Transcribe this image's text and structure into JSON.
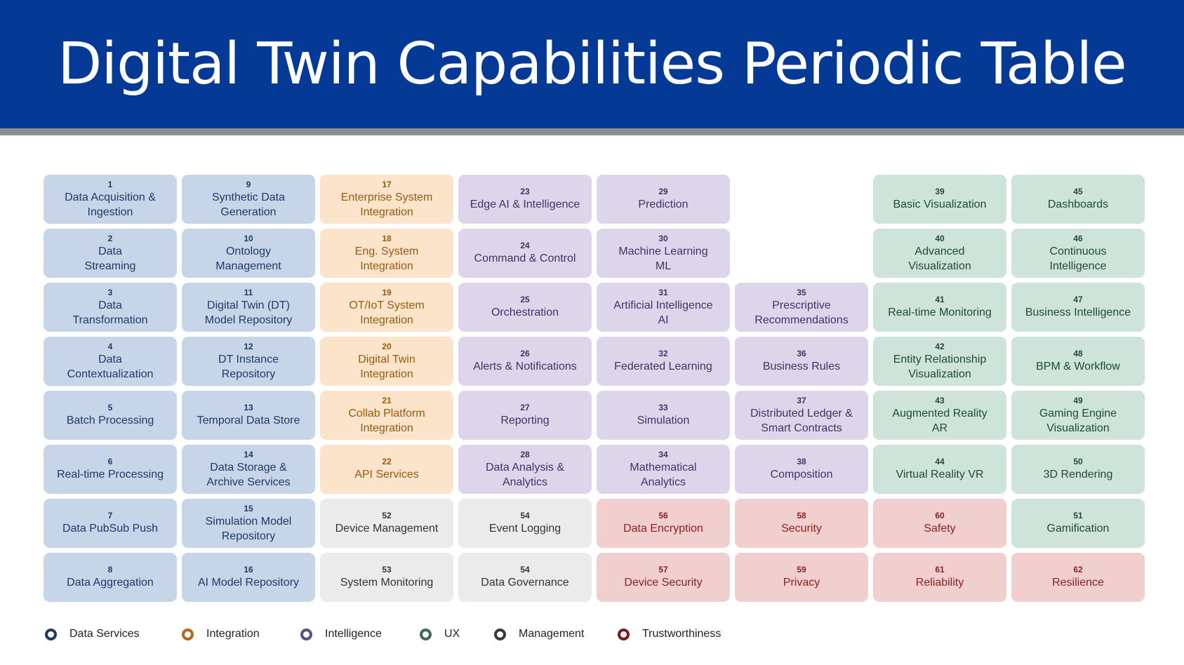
{
  "title": "Digital Twin Capabilities Periodic Table",
  "colors": {
    "header_bg": "#043A96",
    "header_rule": "#8C8E92",
    "data_services": "#C6D5E8",
    "integration": "#FCE4CA",
    "intelligence": "#DDD6EB",
    "ux": "#CEE3DA",
    "management": "#EBEBEB",
    "trustworthiness": "#F1CFCF"
  },
  "cells": [
    {
      "num": "1",
      "label": "Data Acquisition &\nIngestion",
      "col": 0,
      "row": 0,
      "cat": "data"
    },
    {
      "num": "2",
      "label": "Data\nStreaming",
      "col": 0,
      "row": 1,
      "cat": "data"
    },
    {
      "num": "3",
      "label": "Data\nTransformation",
      "col": 0,
      "row": 2,
      "cat": "data"
    },
    {
      "num": "4",
      "label": "Data\nContextualization",
      "col": 0,
      "row": 3,
      "cat": "data"
    },
    {
      "num": "5",
      "label": "Batch Processing",
      "col": 0,
      "row": 4,
      "cat": "data"
    },
    {
      "num": "6",
      "label": "Real-time Processing",
      "col": 0,
      "row": 5,
      "cat": "data"
    },
    {
      "num": "7",
      "label": "Data PubSub Push",
      "col": 0,
      "row": 6,
      "cat": "data"
    },
    {
      "num": "8",
      "label": "Data Aggregation",
      "col": 0,
      "row": 7,
      "cat": "data"
    },
    {
      "num": "9",
      "label": "Synthetic Data\nGeneration",
      "col": 1,
      "row": 0,
      "cat": "data"
    },
    {
      "num": "10",
      "label": "Ontology\nManagement",
      "col": 1,
      "row": 1,
      "cat": "data"
    },
    {
      "num": "11",
      "label": "Digital Twin (DT)\nModel Repository",
      "col": 1,
      "row": 2,
      "cat": "data"
    },
    {
      "num": "12",
      "label": "DT Instance\nRepository",
      "col": 1,
      "row": 3,
      "cat": "data"
    },
    {
      "num": "13",
      "label": "Temporal Data Store",
      "col": 1,
      "row": 4,
      "cat": "data"
    },
    {
      "num": "14",
      "label": "Data Storage &\nArchive Services",
      "col": 1,
      "row": 5,
      "cat": "data"
    },
    {
      "num": "15",
      "label": "Simulation Model\nRepository",
      "col": 1,
      "row": 6,
      "cat": "data"
    },
    {
      "num": "16",
      "label": "AI Model Repository",
      "col": 1,
      "row": 7,
      "cat": "data"
    },
    {
      "num": "17",
      "label": "Enterprise System\nIntegration",
      "col": 2,
      "row": 0,
      "cat": "int"
    },
    {
      "num": "18",
      "label": "Eng. System\nIntegration",
      "col": 2,
      "row": 1,
      "cat": "int"
    },
    {
      "num": "19",
      "label": "OT/IoT System\nIntegration",
      "col": 2,
      "row": 2,
      "cat": "int"
    },
    {
      "num": "20",
      "label": "Digital Twin\nIntegration",
      "col": 2,
      "row": 3,
      "cat": "int"
    },
    {
      "num": "21",
      "label": "Collab Platform\nIntegration",
      "col": 2,
      "row": 4,
      "cat": "int"
    },
    {
      "num": "22",
      "label": "API Services",
      "col": 2,
      "row": 5,
      "cat": "int"
    },
    {
      "num": "52",
      "label": "Device Management",
      "col": 2,
      "row": 6,
      "cat": "mgmt"
    },
    {
      "num": "53",
      "label": "System Monitoring",
      "col": 2,
      "row": 7,
      "cat": "mgmt"
    },
    {
      "num": "23",
      "label": "Edge AI & Intelligence",
      "col": 3,
      "row": 0,
      "cat": "intel"
    },
    {
      "num": "24",
      "label": "Command & Control",
      "col": 3,
      "row": 1,
      "cat": "intel"
    },
    {
      "num": "25",
      "label": "Orchestration",
      "col": 3,
      "row": 2,
      "cat": "intel"
    },
    {
      "num": "26",
      "label": "Alerts & Notifications",
      "col": 3,
      "row": 3,
      "cat": "intel"
    },
    {
      "num": "27",
      "label": "Reporting",
      "col": 3,
      "row": 4,
      "cat": "intel"
    },
    {
      "num": "28",
      "label": "Data Analysis &\nAnalytics",
      "col": 3,
      "row": 5,
      "cat": "intel"
    },
    {
      "num": "54",
      "label": "Event Logging",
      "col": 3,
      "row": 6,
      "cat": "mgmt"
    },
    {
      "num": "54",
      "label": "Data Governance",
      "col": 3,
      "row": 7,
      "cat": "mgmt"
    },
    {
      "num": "29",
      "label": "Prediction",
      "col": 4,
      "row": 0,
      "cat": "intel"
    },
    {
      "num": "30",
      "label": "Machine Learning\nML",
      "col": 4,
      "row": 1,
      "cat": "intel"
    },
    {
      "num": "31",
      "label": "Artificial Intelligence\nAI",
      "col": 4,
      "row": 2,
      "cat": "intel"
    },
    {
      "num": "32",
      "label": "Federated Learning",
      "col": 4,
      "row": 3,
      "cat": "intel"
    },
    {
      "num": "33",
      "label": "Simulation",
      "col": 4,
      "row": 4,
      "cat": "intel"
    },
    {
      "num": "34",
      "label": "Mathematical\nAnalytics",
      "col": 4,
      "row": 5,
      "cat": "intel"
    },
    {
      "num": "56",
      "label": "Data Encryption",
      "col": 4,
      "row": 6,
      "cat": "trust"
    },
    {
      "num": "57",
      "label": "Device Security",
      "col": 4,
      "row": 7,
      "cat": "trust"
    },
    {
      "num": "35",
      "label": "Prescriptive\nRecommendations",
      "col": 5,
      "row": 2,
      "cat": "intel"
    },
    {
      "num": "36",
      "label": "Business Rules",
      "col": 5,
      "row": 3,
      "cat": "intel"
    },
    {
      "num": "37",
      "label": "Distributed Ledger &\nSmart Contracts",
      "col": 5,
      "row": 4,
      "cat": "intel"
    },
    {
      "num": "38",
      "label": "Composition",
      "col": 5,
      "row": 5,
      "cat": "intel"
    },
    {
      "num": "58",
      "label": "Security",
      "col": 5,
      "row": 6,
      "cat": "trust"
    },
    {
      "num": "59",
      "label": "Privacy",
      "col": 5,
      "row": 7,
      "cat": "trust"
    },
    {
      "num": "39",
      "label": "Basic Visualization",
      "col": 6,
      "row": 0,
      "cat": "ux"
    },
    {
      "num": "40",
      "label": "Advanced\nVisualization",
      "col": 6,
      "row": 1,
      "cat": "ux"
    },
    {
      "num": "41",
      "label": "Real-time Monitoring",
      "col": 6,
      "row": 2,
      "cat": "ux"
    },
    {
      "num": "42",
      "label": "Entity Relationship\nVisualization",
      "col": 6,
      "row": 3,
      "cat": "ux"
    },
    {
      "num": "43",
      "label": "Augmented Reality\nAR",
      "col": 6,
      "row": 4,
      "cat": "ux"
    },
    {
      "num": "44",
      "label": "Virtual Reality VR",
      "col": 6,
      "row": 5,
      "cat": "ux"
    },
    {
      "num": "60",
      "label": "Safety",
      "col": 6,
      "row": 6,
      "cat": "trust"
    },
    {
      "num": "61",
      "label": "Reliability",
      "col": 6,
      "row": 7,
      "cat": "trust"
    },
    {
      "num": "45",
      "label": "Dashboards",
      "col": 7,
      "row": 0,
      "cat": "ux"
    },
    {
      "num": "46",
      "label": "Continuous\nIntelligence",
      "col": 7,
      "row": 1,
      "cat": "ux"
    },
    {
      "num": "47",
      "label": "Business Intelligence",
      "col": 7,
      "row": 2,
      "cat": "ux"
    },
    {
      "num": "48",
      "label": "BPM & Workflow",
      "col": 7,
      "row": 3,
      "cat": "ux"
    },
    {
      "num": "49",
      "label": "Gaming Engine\nVisualization",
      "col": 7,
      "row": 4,
      "cat": "ux"
    },
    {
      "num": "50",
      "label": "3D Rendering",
      "col": 7,
      "row": 5,
      "cat": "ux"
    },
    {
      "num": "51",
      "label": "Gamification",
      "col": 7,
      "row": 6,
      "cat": "ux"
    },
    {
      "num": "62",
      "label": "Resilience",
      "col": 7,
      "row": 7,
      "cat": "trust"
    }
  ],
  "legend": [
    {
      "label": "Data Services",
      "ring": "#1E3A68"
    },
    {
      "label": "Integration",
      "ring": "#B5681A"
    },
    {
      "label": "Intelligence",
      "ring": "#5B4E8C"
    },
    {
      "label": "UX",
      "ring": "#3E6B57"
    },
    {
      "label": "Management",
      "ring": "#3A3A3A"
    },
    {
      "label": "Trustworthiness",
      "ring": "#7A1C1C"
    }
  ]
}
